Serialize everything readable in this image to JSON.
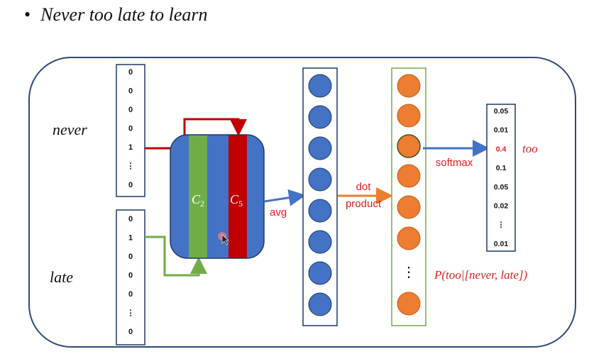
{
  "title": "Never too late to learn",
  "bullet": "•",
  "words": {
    "word1": "never",
    "word2": "late"
  },
  "onehot_never": [
    "0",
    "0",
    "0",
    "0",
    "1",
    "⋮",
    "0"
  ],
  "onehot_late": [
    "0",
    "1",
    "0",
    "0",
    "0",
    "⋮",
    "0"
  ],
  "matrix_labels": {
    "c2_base": "C",
    "c2_sub": "2",
    "c5_base": "C",
    "c5_sub": "5"
  },
  "edge_labels": {
    "avg": "avg",
    "dot_line1": "dot",
    "dot_line2": "product",
    "softmax": "softmax"
  },
  "probabilities": [
    "0.05",
    "0.01",
    "0.4",
    "0.1",
    "0.05",
    "0.02",
    "⋮",
    "0.01"
  ],
  "target_word": "too",
  "output_ellipsis": "⋮",
  "formula": "P(too|[never, late])",
  "colors": {
    "blue": "#4472c4",
    "green": "#70ad47",
    "red": "#c00000",
    "orange": "#ed7d31",
    "navy": "#1f3864",
    "frame": "#2e4a7a",
    "text_red": "#e02020"
  }
}
